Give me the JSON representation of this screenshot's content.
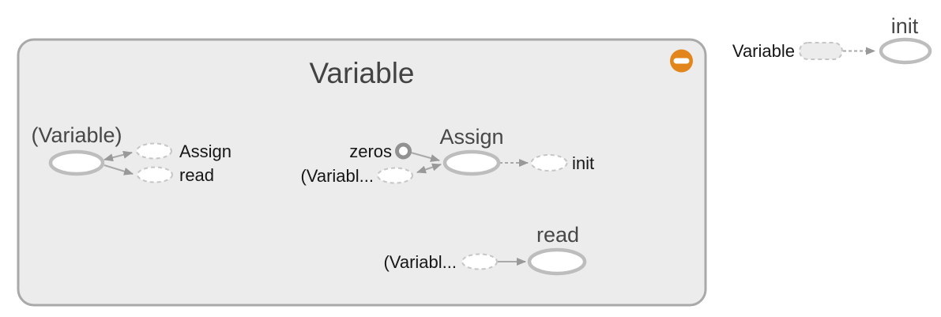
{
  "colors": {
    "background": "#ffffff",
    "group_fill": "#ececec",
    "group_border": "#a9a9a9",
    "node_stroke": "#bdbdbd",
    "dashed_proxy_stroke": "#c6c6c6",
    "edge": "#a9a9a9",
    "arrowhead": "#999999",
    "title_text": "#474747",
    "label_text": "#161616",
    "collapse_button": "#e2861b"
  },
  "group_node": {
    "title": "Variable",
    "collapse_icon": "minus-icon"
  },
  "clusters": {
    "variable": {
      "node_title": "(Variable)",
      "out_annotations": {
        "assign": "Assign",
        "read": "read"
      }
    },
    "assign": {
      "node_title": "Assign",
      "in_annotations": {
        "zeros": "zeros",
        "variable": "(Variabl..."
      },
      "out_annotations": {
        "init": "init"
      }
    },
    "read": {
      "node_title": "read",
      "in_annotations": {
        "variable": "(Variabl..."
      }
    }
  },
  "external": {
    "init": {
      "node_title": "init",
      "in_annotations": {
        "variable": "Variable"
      }
    }
  }
}
